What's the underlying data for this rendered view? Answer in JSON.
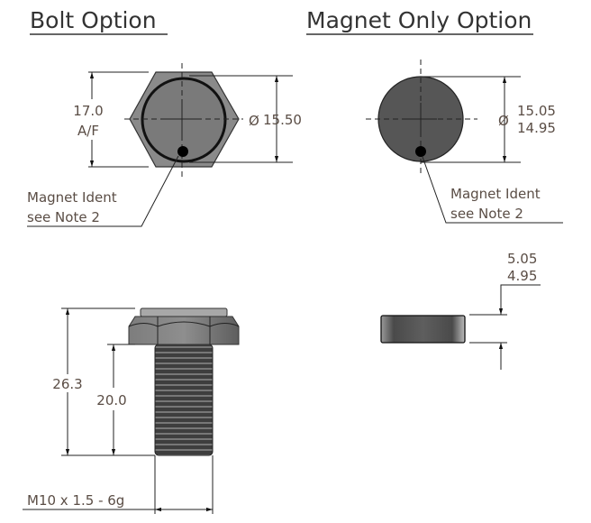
{
  "titles": {
    "bolt": "Bolt Option",
    "magnet": "Magnet Only Option"
  },
  "bolt_top": {
    "af_value": "17.0",
    "af_label": "A/F",
    "diameter_symbol": "Ø",
    "diameter": "15.50",
    "ident_line1": "Magnet Ident",
    "ident_line2": "see Note 2"
  },
  "magnet_top": {
    "diameter_symbol": "Ø",
    "diameter_max": "15.05",
    "diameter_min": "14.95",
    "ident_line1": "Magnet Ident",
    "ident_line2": "see Note 2"
  },
  "bolt_side": {
    "overall_length": "26.3",
    "thread_length": "20.0",
    "thread_spec": "M10 x 1.5 - 6g"
  },
  "magnet_side": {
    "thickness_max": "5.05",
    "thickness_min": "4.95"
  },
  "colors": {
    "text": "#5a4d45",
    "line": "#222222",
    "part": "#6e6e6e"
  }
}
